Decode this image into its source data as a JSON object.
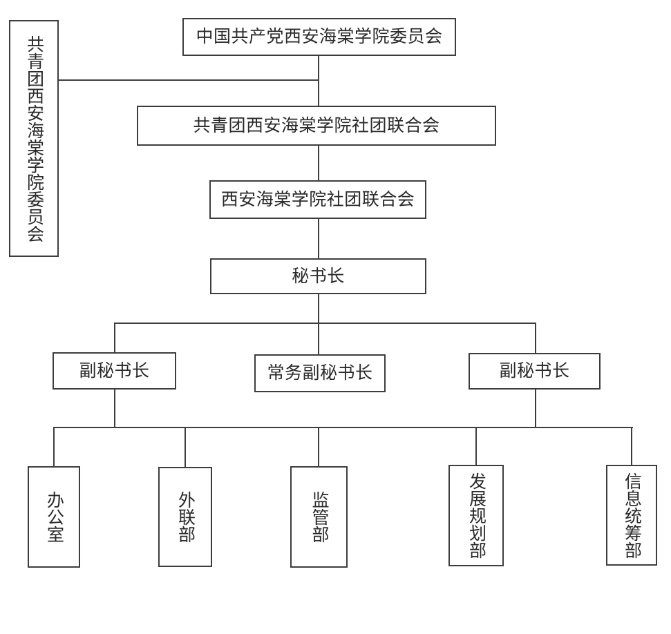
{
  "diagram": {
    "type": "org-chart",
    "nodes": {
      "party_committee": "中国共产党西安海棠学院委员会",
      "youth_league_committee": "共青团西安海棠学院委员会",
      "youth_league_federation": "共青团西安海棠学院社团联合会",
      "federation": "西安海棠学院社团联合会",
      "secretary_general": "秘书长",
      "deputy_secretary_left": "副秘书长",
      "executive_deputy_secretary": "常务副秘书长",
      "deputy_secretary_right": "副秘书长",
      "dept_office": "办公室",
      "dept_external_liaison": "外联部",
      "dept_supervision": "监管部",
      "dept_development_planning": "发展规划部",
      "dept_information_coordination": "信息统筹部"
    },
    "colors": {
      "line": "#3d3d3d",
      "text": "#2a2a2a",
      "background": "#ffffff"
    }
  }
}
